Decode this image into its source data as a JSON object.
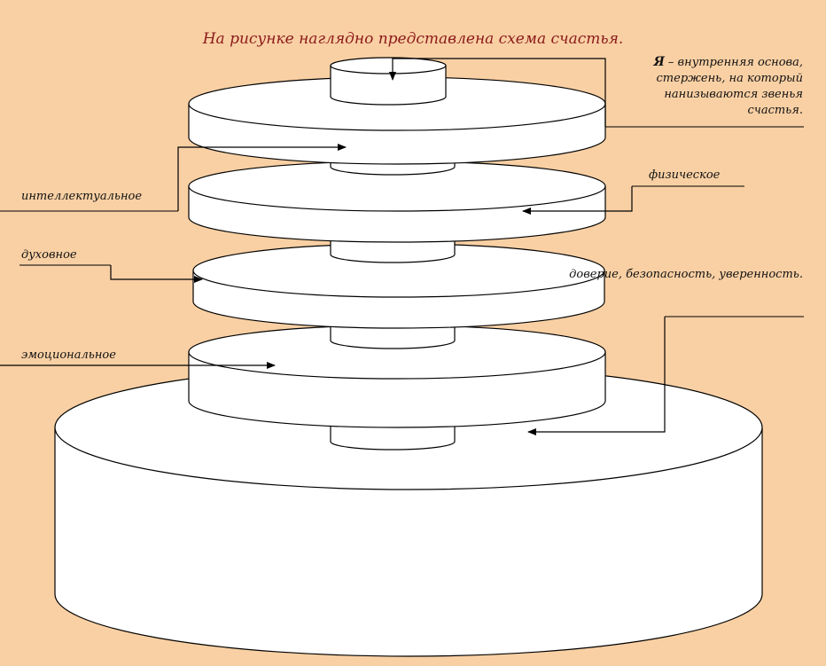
{
  "title": "На рисунке наглядно представлена схема счастья.",
  "core": {
    "letter": "Я",
    "text": " – внутренняя основа, стержень, на который нанизываются звенья счастья."
  },
  "labels": {
    "intellectual": "интеллектуальное",
    "physical": "физическое",
    "spiritual": "духовное",
    "emotional": "эмоциональное",
    "trust": "доверие, безопасность, уверенность."
  },
  "colors": {
    "background": "#f9d0a4",
    "title": "#8b1a1a",
    "disk": "#ffffff",
    "stroke": "#000000"
  }
}
